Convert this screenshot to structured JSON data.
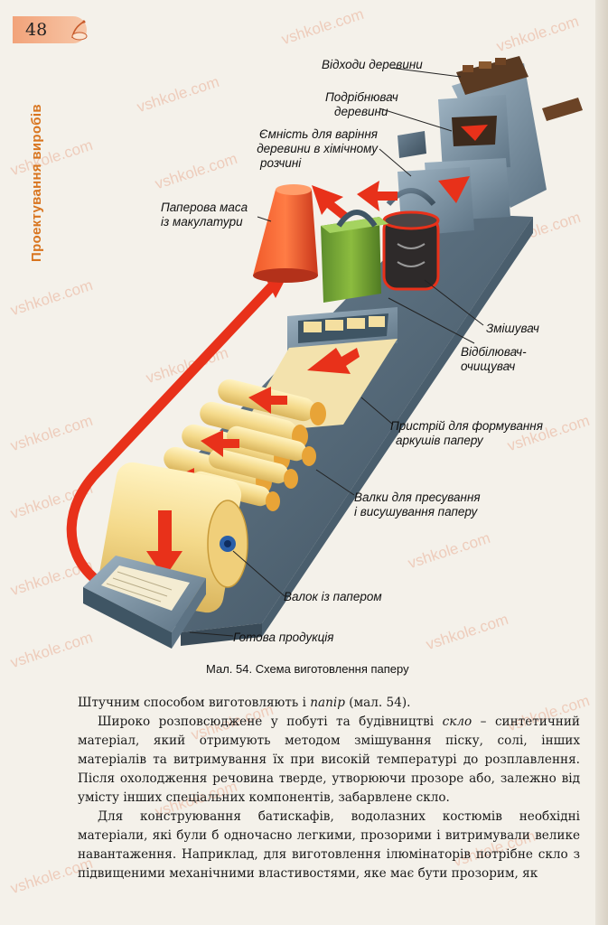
{
  "page": {
    "number": "48",
    "section_title": "Проектування виробів"
  },
  "watermark": "vshkole.com",
  "figure": {
    "caption": "Мал. 54. Схема виготовлення паперу",
    "labels": {
      "wood_waste": "Відходи деревини",
      "wood_shredder_1": "Подрібнювач",
      "wood_shredder_2": "деревини",
      "cook_tank_1": "Ємність для варіння",
      "cook_tank_2": "деревини в хімічному",
      "cook_tank_3": "розчині",
      "waste_pulp_1": "Паперова маса",
      "waste_pulp_2": "із макулатури",
      "mixer": "Змішувач",
      "bleacher_1": "Відбілювач-",
      "bleacher_2": "очищувач",
      "sheet_former_1": "Пристрій для формування",
      "sheet_former_2": "аркушів паперу",
      "press_rollers_1": "Валки для пресування",
      "press_rollers_2": "і висушування паперу",
      "paper_roll": "Валок із папером",
      "finished": "Готова продукція"
    }
  },
  "text": {
    "p1_a": "Штучним способом виготовляють і ",
    "p1_it": "папір",
    "p1_b": " (мал. 54).",
    "p2_a": "Широко розповсюджене у побуті та будівництві ",
    "p2_it": "скло",
    "p2_b": " – синтетичний матеріал, який отримують методом змішування піску, солі, інших матеріалів та витримування їх при високій температурі до розплавлення. Після охолодження речовина тверде, утворюючи прозоре або, залежно від умісту інших спеціальних компонентів, забарвлене скло.",
    "p3": "Для конструювання батискафів, водолазних костюмів необхідні матеріали, які були б одночасно легкими, прозорими і витримували велике навантаження. Наприклад, для виготовлення ілюмінаторів потрібне скло з підвищеними механічними властивостями, яке має бути прозорим, як"
  }
}
